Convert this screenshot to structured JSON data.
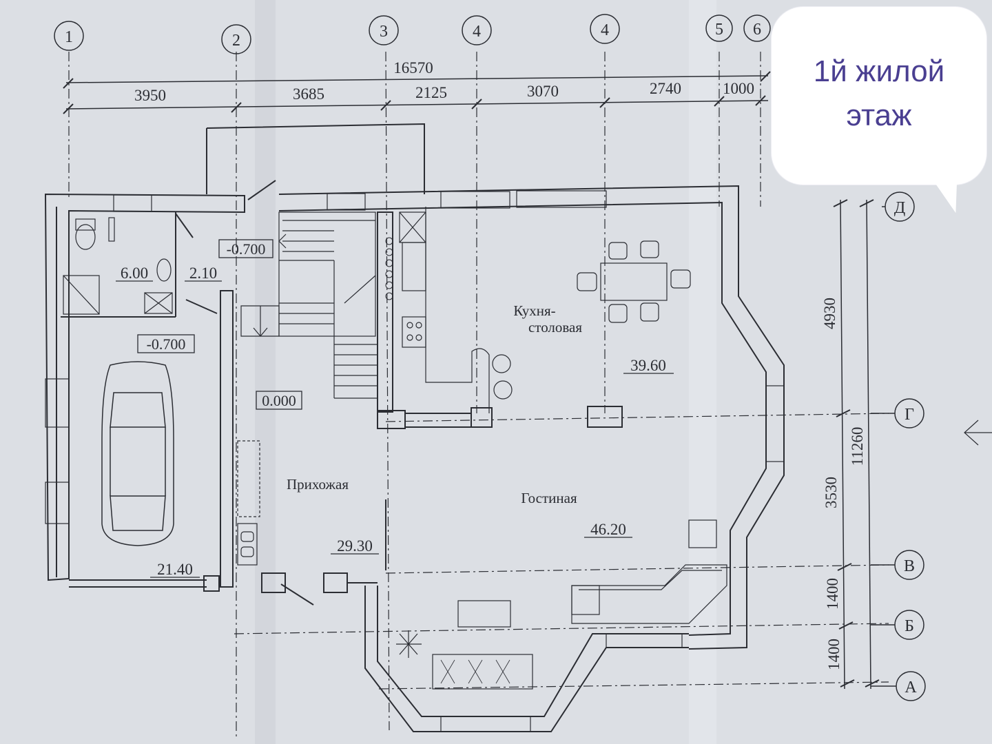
{
  "callout": {
    "line1": "1й жилой",
    "line2": "этаж"
  },
  "axes_columns": [
    "1",
    "2",
    "3",
    "4",
    "4",
    "5",
    "6"
  ],
  "axes_rows": [
    "Д",
    "Г",
    "В",
    "Б",
    "А"
  ],
  "dims_top": {
    "overall": "16570",
    "segments": [
      "3950",
      "3685",
      "2125",
      "3070",
      "2740",
      "1000"
    ]
  },
  "dims_right": {
    "segments": [
      "4930",
      "3530",
      "1400",
      "1400"
    ],
    "overall": "11260"
  },
  "rooms": {
    "bath_area": "6.00",
    "hall_small_area": "2.10",
    "level_bath": "-0.700",
    "level_garage": "-0.700",
    "level_hall": "0.000",
    "garage_area": "21.40",
    "kitchen_name_1": "Кухня-",
    "kitchen_name_2": "столовая",
    "kitchen_area": "39.60",
    "hall_name": "Прихожая",
    "hall_area": "29.30",
    "living_name": "Гостиная",
    "living_area": "46.20"
  },
  "colors": {
    "paper": "#dcdfe4",
    "ink": "#2b2d33",
    "callout_text": "#4a3f91"
  }
}
